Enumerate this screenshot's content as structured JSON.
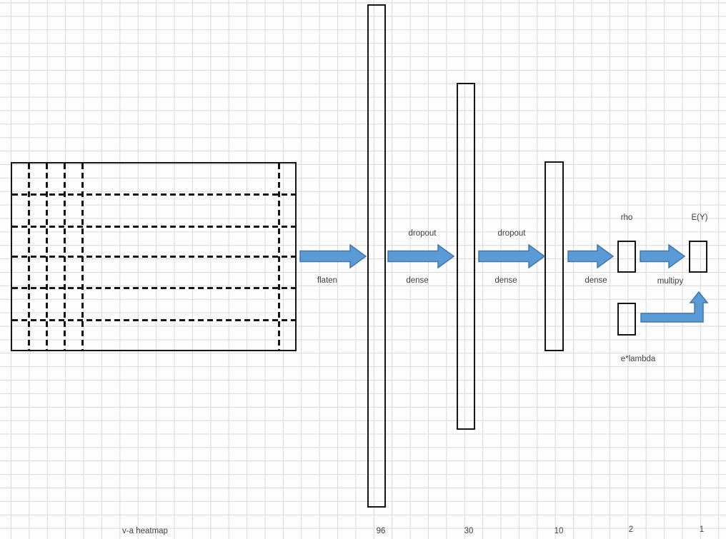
{
  "diagram": {
    "title": "neural-network flow diagram drawn on spreadsheet-style grid",
    "colors": {
      "arrow_fill": "#5b9bd5",
      "arrow_stroke": "#4178ad",
      "shape_stroke": "#151515",
      "grid_line": "#d9d9d9",
      "label_text": "#3f3f3f"
    },
    "nodes": {
      "input": {
        "label": "v-a heatmap",
        "shape": "dashed matrix rectangle"
      },
      "layer1_units": "96",
      "layer2_units": "30",
      "layer3_units": "10",
      "layer4_units": "2",
      "output_units": "1"
    },
    "top_labels": {
      "rho": "rho",
      "expected_value": "E(Y)",
      "e_lambda": "e*lambda"
    },
    "edges": {
      "flaten": "flaten",
      "dropout_1": "dropout",
      "dense_1": "dense",
      "dropout_2": "dropout",
      "dense_2": "dense",
      "dense_3": "dense",
      "multipy": "multipy"
    }
  }
}
